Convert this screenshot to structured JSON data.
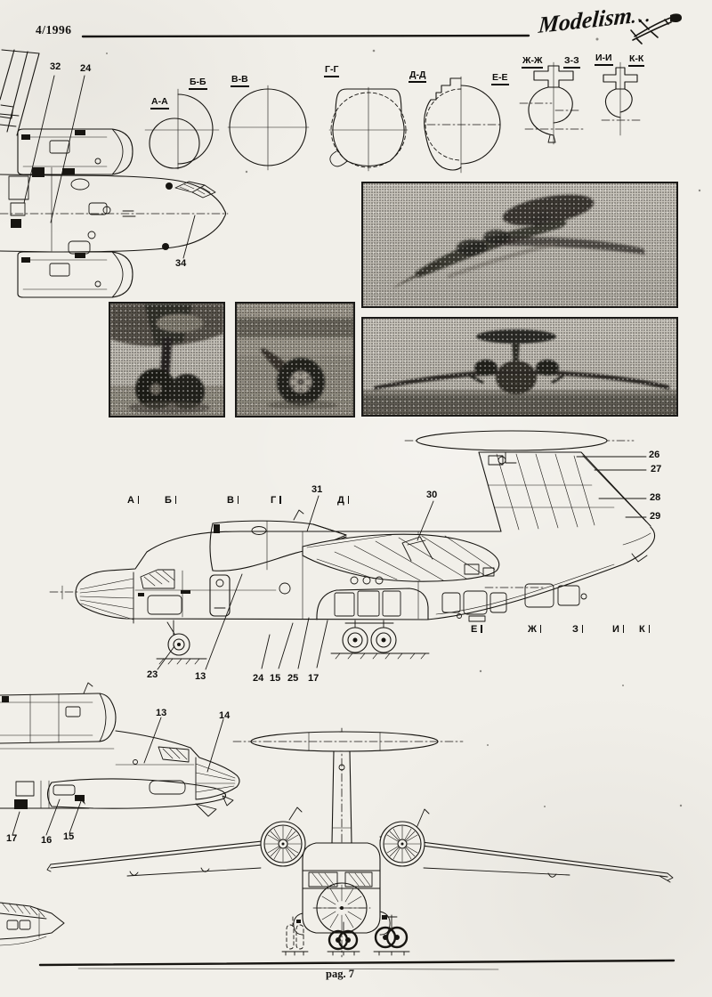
{
  "header": {
    "issue": "4/1996",
    "logo_script": "Modelism",
    "logo_dots": "..."
  },
  "footer": {
    "page_label": "pag. 7"
  },
  "cross_sections": {
    "labels": [
      "А-А",
      "Б-Б",
      "В-В",
      "Г-Г",
      "Д-Д",
      "Е-Е",
      "Ж-Ж",
      "З-З",
      "И-И",
      "К-К"
    ]
  },
  "top_view": {
    "callouts": [
      "32",
      "24",
      "34"
    ]
  },
  "side_view": {
    "stations_top": [
      "А",
      "Б",
      "В",
      "Г",
      "Д"
    ],
    "stations_bottom": [
      "Е",
      "Ж",
      "З",
      "И",
      "К"
    ],
    "callout_engine": "31",
    "callout_wing": "30",
    "callouts_tail": [
      "26",
      "27",
      "28",
      "29"
    ],
    "callouts_bottom": [
      "23",
      "13",
      "24",
      "15",
      "25",
      "17"
    ]
  },
  "nose_view": {
    "callouts_top": [
      "13",
      "14"
    ],
    "callouts_bottom": [
      "17",
      "16",
      "15"
    ]
  }
}
